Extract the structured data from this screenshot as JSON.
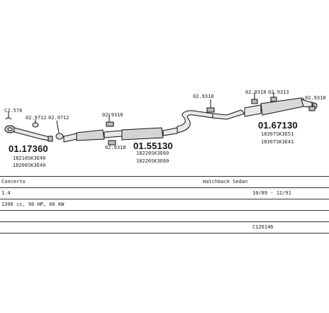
{
  "parts": {
    "clamp_left": "C2.570",
    "gasket_1": "02.9712",
    "gasket_2": "02.9712",
    "mount_1": "02.9318",
    "mount_2": "02.9318",
    "mount_3": "02.9318",
    "mount_4": "02.9318",
    "mount_5": "02.9313",
    "mount_6": "02.9318",
    "front_pipe": {
      "number": "01.17360",
      "oem": [
        "18210SK3E40",
        "18200SK3E40"
      ]
    },
    "middle_section": {
      "number": "01.55130",
      "oem": [
        "18220SK3E60",
        "18220SK3E60"
      ]
    },
    "rear_silencer": {
      "number": "01.67130",
      "oem": [
        "18307SK3E51",
        "18307SK3E41"
      ]
    }
  },
  "vehicle": {
    "model": "Concerto",
    "body": "Hatchback Sedan",
    "engine": "1.4",
    "years": "10/89 - 12/91",
    "spec": "1396 cc, 90 HP, 66 KW",
    "code": "C120146"
  }
}
